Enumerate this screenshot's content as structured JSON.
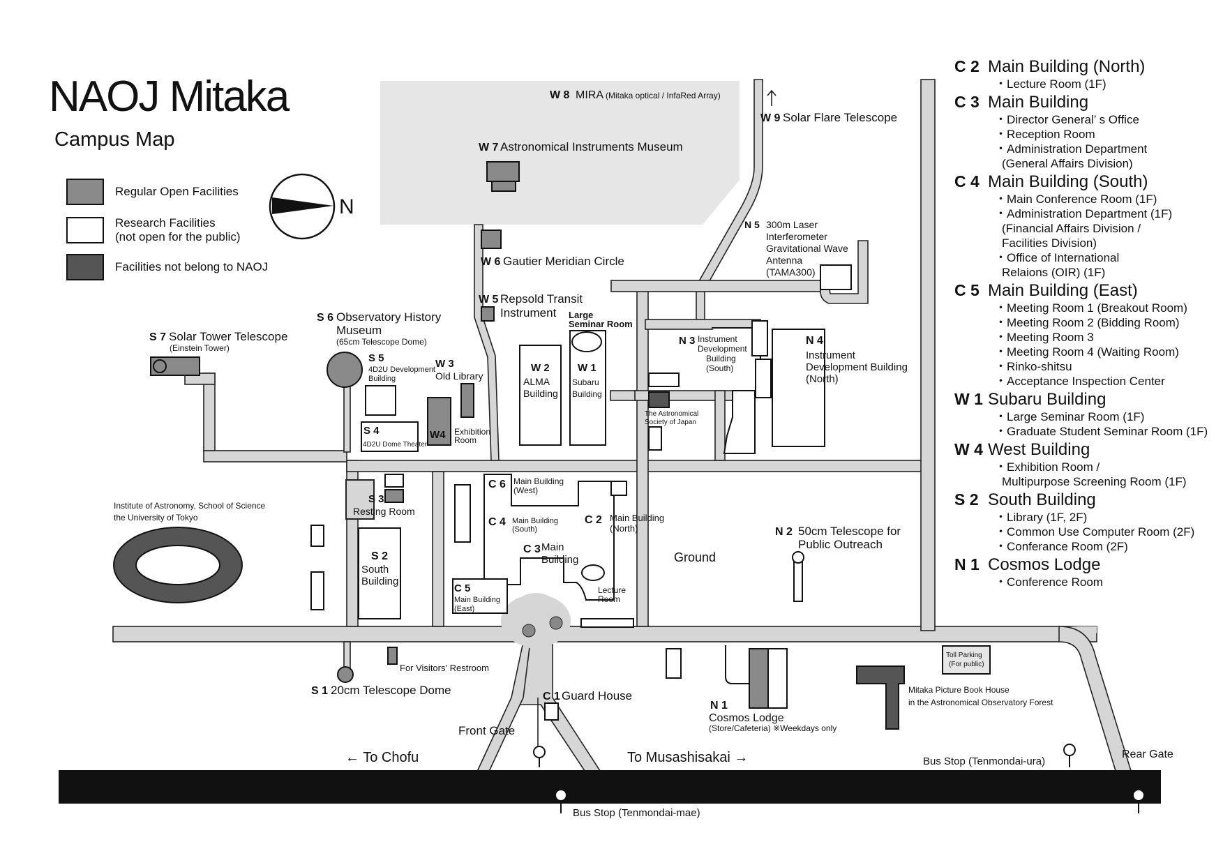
{
  "header": {
    "title": "NAOJ Mitaka",
    "subtitle": "Campus Map"
  },
  "colors": {
    "road": "#d6d6d6",
    "open": "#8a8a8a",
    "nonnaoj": "#555555",
    "zone": "#e6e6e6",
    "ink": "#111111"
  },
  "legend": [
    {
      "label": "Regular Open Facilities",
      "color": "#8a8a8a"
    },
    {
      "label": "Research Facilities\n(not open for the public)",
      "color": "#ffffff"
    },
    {
      "label": "Facilities not belong to NAOJ",
      "color": "#555555"
    }
  ],
  "compass": {
    "label": "N"
  },
  "labels": {
    "w8_code": "W 8",
    "w8_name": "MIRA",
    "w8_sub": "(Mitaka optical / InfaRed Array)",
    "w9_code": "W 9",
    "w9_name": "Solar Flare Telescope",
    "w7_code": "W 7",
    "w7_name": "Astronomical Instruments Museum",
    "w6_code": "W 6",
    "w6_name": "Gautier Meridian Circle",
    "w5_code": "W 5",
    "w5_name1": "Repsold Transit",
    "w5_name2": "Instrument",
    "large_seminar1": "Large",
    "large_seminar2": "Seminar Room",
    "w2_code": "W 2",
    "w2_name1": "ALMA",
    "w2_name2": "Building",
    "w1_code": "W 1",
    "w1_name1": "Subaru",
    "w1_name2": "Building",
    "w3_code": "W 3",
    "w3_name": "Old Library",
    "w4_code": "W4",
    "w4_name1": "Exhibition",
    "w4_name2": "Room",
    "s7_code": "S 7",
    "s7_name": "Solar Tower Telescope",
    "s7_sub": "(Einstein Tower)",
    "s6_code": "S 6",
    "s6_name1": "Observatory History",
    "s6_name2": "Museum",
    "s6_sub": "(65cm Telescope Dome)",
    "s5_code": "S 5",
    "s5_name1": "4D2U Development",
    "s5_name2": "Building",
    "s4_code": "S 4",
    "s4_name": "4D2U Dome Theater",
    "s3_code": "S 3",
    "s3_name": "Resting Room",
    "s2_code": "S 2",
    "s2_name1": "South",
    "s2_name2": "Building",
    "s1_code": "S 1",
    "s1_name": "20cm Telescope Dome",
    "restroom": "For Visitors' Restroom",
    "ioa1": "Institute of Astronomy, School of Science",
    "ioa2": "the University of Tokyo",
    "c6_code": "C 6",
    "c6_name1": "Main Building",
    "c6_name2": "(West)",
    "c4_code": "C 4",
    "c4_name1": "Main Building",
    "c4_name2": "(South)",
    "c2_code": "C 2",
    "c2_name1": "Main Building",
    "c2_name2": "(North)",
    "c3_code": "C 3",
    "c3_name1": "Main",
    "c3_name2": "Building",
    "c5_code": "C 5",
    "c5_name1": "Main Building",
    "c5_name2": "(East)",
    "lecture1": "Lecture",
    "lecture2": "Room",
    "c1_code": "C 1",
    "c1_name": "Guard House",
    "front_gate": "Front Gate",
    "to_chofu": "←   To Chofu",
    "to_musashisakai": "To Musashisakai   →",
    "n5_code": "N 5",
    "n5_1": "300m Laser",
    "n5_2": "Interferometer",
    "n5_3": "Gravitational Wave",
    "n5_4": "Antenna",
    "n5_5": "(TAMA300)",
    "n3_code": "N 3",
    "n3_1": "Instrument",
    "n3_2": "Development",
    "n3_3": "Building",
    "n3_4": "(South)",
    "n4_code": "N 4",
    "n4_1": "Instrument",
    "n4_2": "Development Building",
    "n4_3": "(North)",
    "asj1": "The Astronomical",
    "asj2": "Society of Japan",
    "ground": "Ground",
    "n2_code": "N 2",
    "n2_1": "50cm Telescope for",
    "n2_2": "Public Outreach",
    "n1_code": "N 1",
    "n1_name": "Cosmos Lodge",
    "n1_sub": "(Store/Cafeteria) ※Weekdays only",
    "toll1": "Toll Parking",
    "toll2": "(For public)",
    "picture1": "Mitaka Picture Book House",
    "picture2": "in the Astronomical Observatory Forest",
    "bus_ura": "Bus Stop (Tenmondai-ura)",
    "rear_gate": "Rear Gate",
    "bus_mae": "Bus Stop (Tenmondai-mae)"
  },
  "index": [
    {
      "code": "C 2",
      "name": "Main Building (North)",
      "items": [
        "Lecture Room (1F)"
      ]
    },
    {
      "code": "C 3",
      "name": "Main Building",
      "items": [
        "Director General’ s Office",
        "Reception Room",
        "Administration Department\n(General Affairs Division)"
      ]
    },
    {
      "code": "C 4",
      "name": "Main Building (South)",
      "items": [
        "Main Conference Room (1F)",
        "Administration Department (1F)\n(Financial Affairs Division /\nFacilities Division)",
        "Office of International\nRelaions (OIR) (1F)"
      ]
    },
    {
      "code": "C 5",
      "name": "Main Building (East)",
      "items": [
        "Meeting Room 1 (Breakout Room)",
        "Meeting Room 2 (Bidding Room)",
        "Meeting Room 3",
        "Meeting Room 4 (Waiting Room)",
        "Rinko-shitsu",
        "Acceptance Inspection Center"
      ]
    },
    {
      "code": "W 1",
      "name": "Subaru Building",
      "items": [
        "Large Seminar Room (1F)",
        "Graduate Student Seminar Room (1F)"
      ]
    },
    {
      "code": "W 4",
      "name": "West Building",
      "items": [
        "Exhibition Room /\nMultipurpose Screening Room (1F)"
      ]
    },
    {
      "code": "S 2",
      "name": "South Building",
      "items": [
        "Library (1F, 2F)",
        "Common Use Computer Room (2F)",
        "Conferance Room (2F)"
      ]
    },
    {
      "code": "N 1",
      "name": "Cosmos Lodge",
      "items": [
        "Conference Room"
      ]
    }
  ]
}
